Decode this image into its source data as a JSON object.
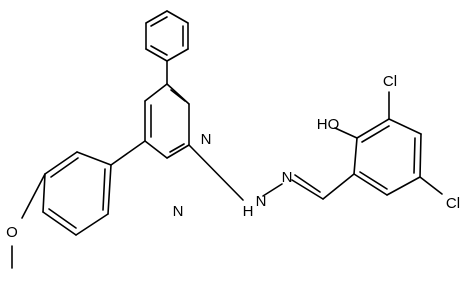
{
  "atoms": {
    "o_hydroxyl": "HO",
    "cl_upper": "Cl",
    "cl_lower": "Cl",
    "n_ring_upper": "N",
    "n_ring_lower": "N",
    "n_hydrazone_h": "H",
    "n_hydrazone_nh": "N",
    "n_hydrazone_imine": "N",
    "o_methoxy": "O"
  },
  "colors": {
    "bond": "#000000",
    "label": "#000000",
    "background": "#ffffff"
  }
}
